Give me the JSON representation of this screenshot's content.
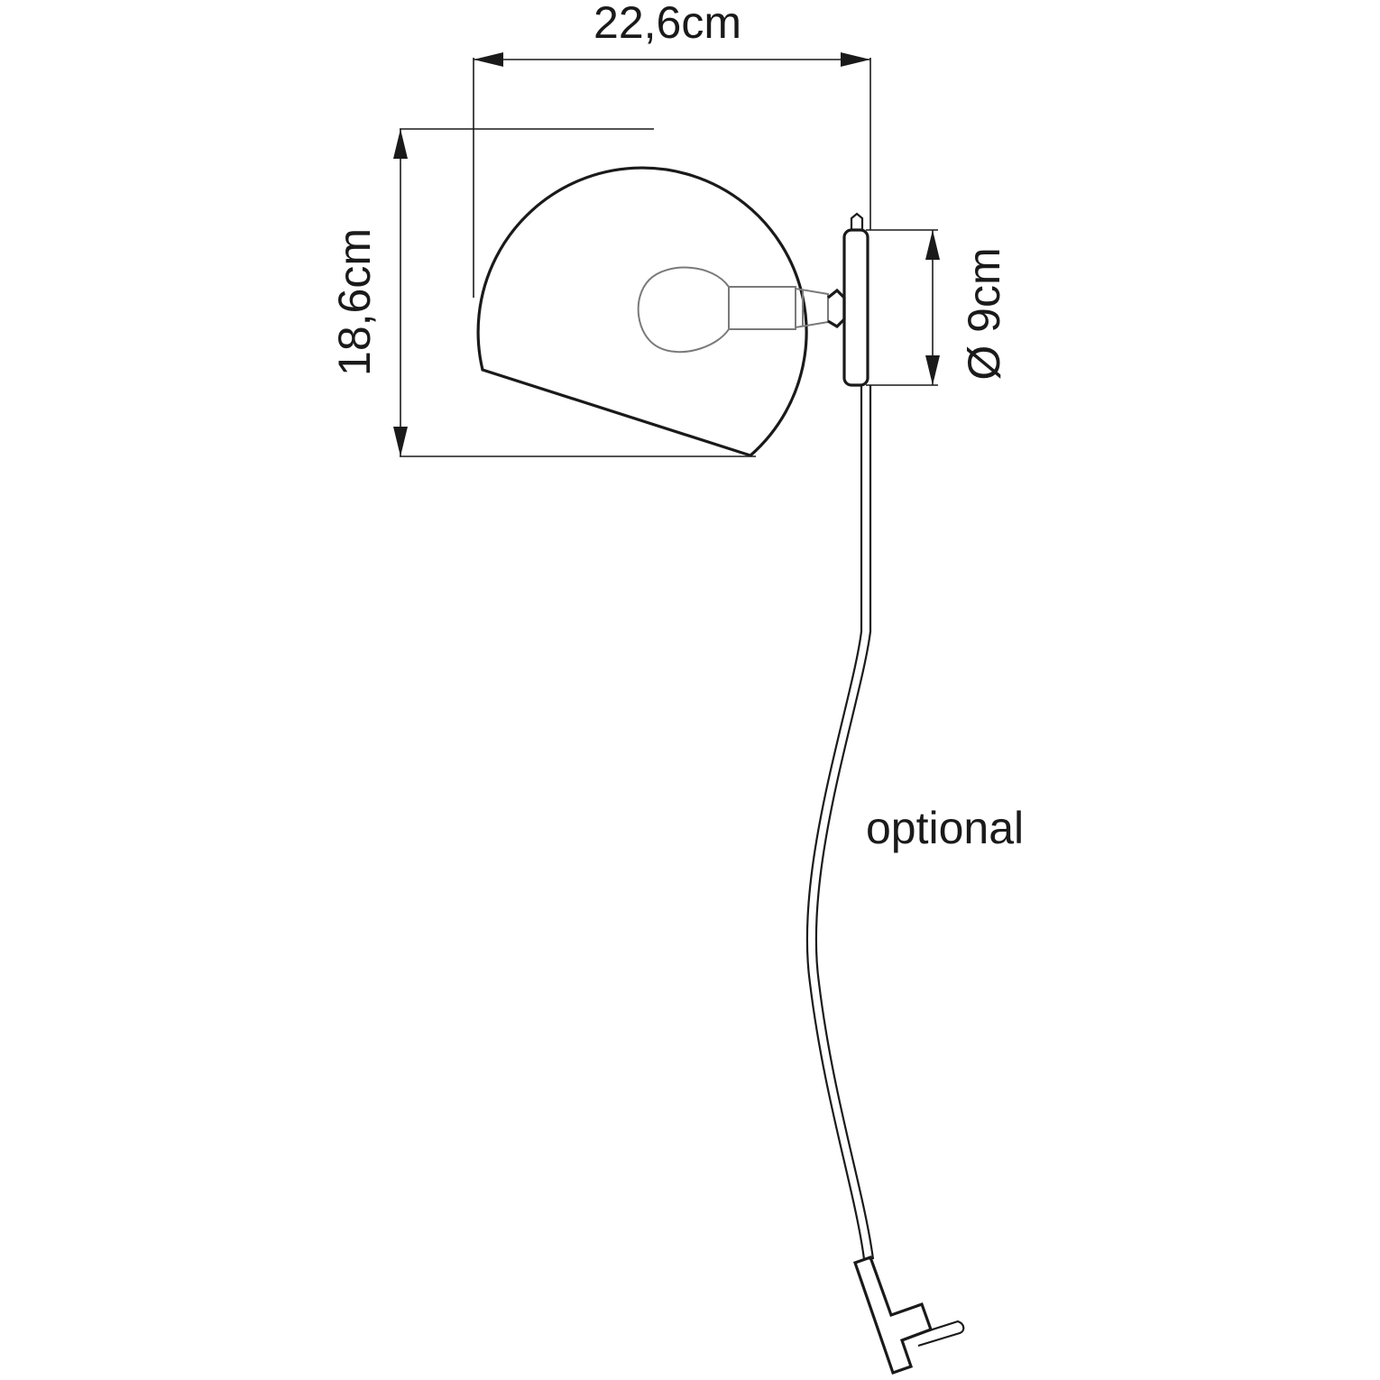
{
  "dimensions": {
    "width_label": "22,6cm",
    "height_label": "18,6cm",
    "diameter_label": "Ø 9cm"
  },
  "annotations": {
    "cable_label": "optional"
  },
  "colors": {
    "line": "#1a1a1a",
    "bulb": "#7a7a7a",
    "background": "#ffffff"
  }
}
